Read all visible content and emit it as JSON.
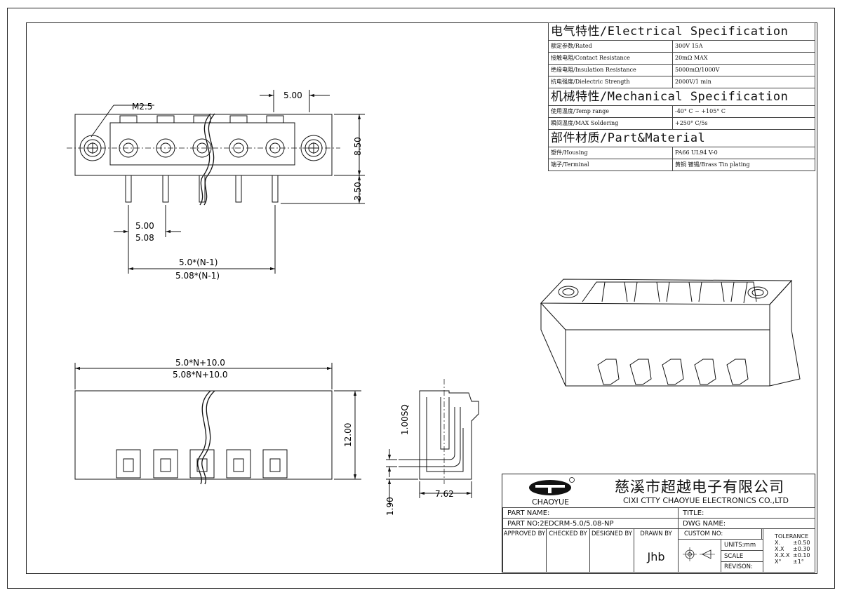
{
  "spec": {
    "electrical_title": "电气特性/Electrical Specification",
    "electrical": [
      {
        "k": "额定参数/Rated",
        "v": "300V  15A"
      },
      {
        "k": "接触电阻/Contact Resistance",
        "v": "20mΩ MAX"
      },
      {
        "k": "绝缘电阻/Insulation Resistance",
        "v": "5000mΩ/1000V"
      },
      {
        "k": "抗电强度/Dielectric Strength",
        "v": "2000V/1 min"
      }
    ],
    "mechanical_title": "机械特性/Mechanical Specification",
    "mechanical": [
      {
        "k": "使用温度/Temp range",
        "v": "-40° C ~ +105° C"
      },
      {
        "k": "瞬间温度/MAX Soldering",
        "v": "+250° C/5s"
      }
    ],
    "material_title": "部件材质/Part&Material",
    "material": [
      {
        "k": "塑件/Housing",
        "v": "PA66 UL94 V-0"
      },
      {
        "k": "端子/Terminal",
        "v": "黄铜 镀锡/Brass Tin plating"
      }
    ]
  },
  "dims": {
    "m25": "M2.5",
    "pitch_top": "5.00",
    "h850": "8.50",
    "h350": "3.50",
    "p500": "5.00",
    "p508": "5.08",
    "n1a": "5.0*(N-1)",
    "n1b": "5.08*(N-1)",
    "w1": "5.0*N+10.0",
    "w2": "5.08*N+10.0",
    "h1200": "12.00",
    "sq": "1.00SQ",
    "t190": "1.90",
    "d762": "7.62"
  },
  "titleblock": {
    "logo_text": "CHAOYUE",
    "company_cn": "慈溪市超越电子有限公司",
    "company_en": "CIXI CTTY CHAOYUE ELECTRONICS CO.,LTD",
    "part_name_label": "PART NAME:",
    "title_label": "TITLE:",
    "part_no": "PART NO:2EDCRM-5.0/5.08-NP",
    "dwg_name_label": "DWG NAME:",
    "approved_by": "APPROVED BY",
    "checked_by": "CHECKED BY",
    "designed_by": "DESIGNED BY",
    "drawn_by": "DRAWN BY",
    "drawn_value": "Jhb",
    "custom_no": "CUSTOM NO:",
    "units": "UNITS:mm",
    "scale": "SCALE",
    "revision": "REVISON:",
    "tolerance_title": "TOLERANCE",
    "tolerances": [
      {
        "k": "X.",
        "v": "±0.50"
      },
      {
        "k": "X.X",
        "v": "±0.30"
      },
      {
        "k": "X.X.X",
        "v": "±0.10"
      },
      {
        "k": "X°",
        "v": "±1°"
      }
    ]
  }
}
